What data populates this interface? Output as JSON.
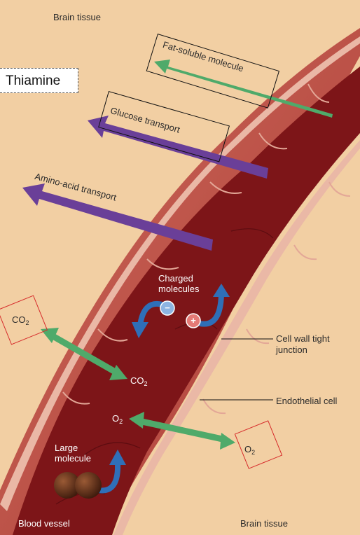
{
  "labels": {
    "brain_tissue_top": "Brain tissue",
    "brain_tissue_bottom": "Brain tissue",
    "blood_vessel": "Blood vessel",
    "thiamine": "Thiamine",
    "fat_soluble": "Fat-soluble molecule",
    "glucose": "Glucose transport",
    "amino_acid": "Amino-acid transport",
    "charged": "Charged molecules",
    "co2_main": "CO",
    "co2_sub": "2",
    "o2_main": "O",
    "o2_sub": "2",
    "large_molecule": "Large molecule",
    "tight_junction": "Cell wall tight junction",
    "endothelial": "Endothelial cell",
    "minus": "−",
    "plus": "+"
  },
  "colors": {
    "background": "#f2cfa3",
    "vessel_wall": "#c4554a",
    "vessel_lumen": "#7d1518",
    "green_arrow": "#4faa6a",
    "purple_arrow": "#6a3f98",
    "blue_arrow": "#2f6fb8",
    "red_box": "#d62a2a"
  }
}
